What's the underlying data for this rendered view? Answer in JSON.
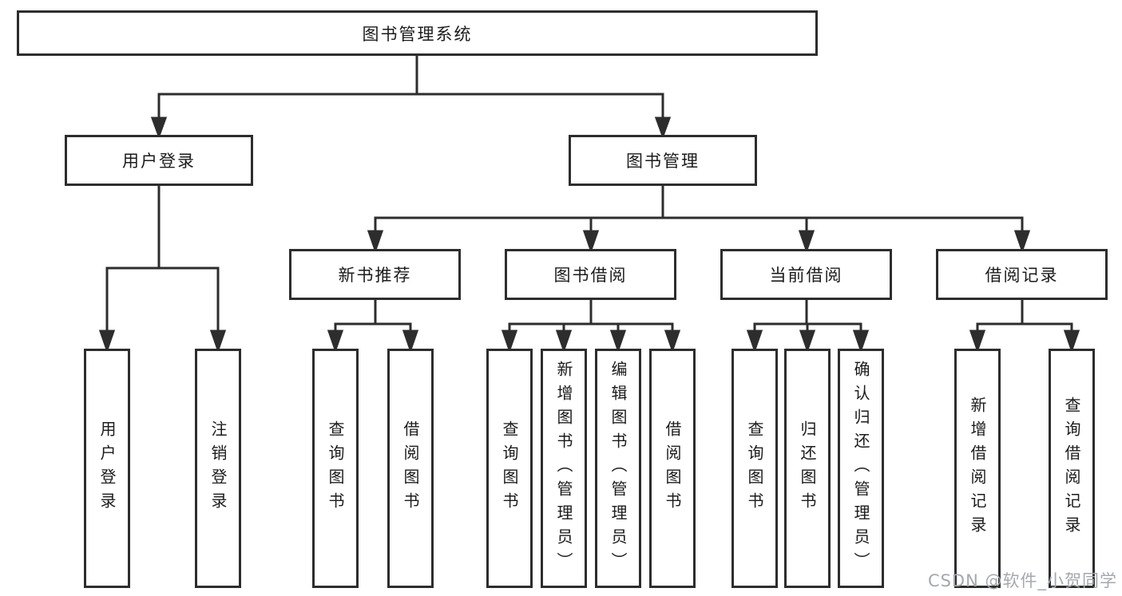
{
  "diagram": {
    "tree": {
      "label": "图书管理系统",
      "children": [
        {
          "label": "用户登录",
          "children": [
            {
              "label": "用户登录"
            },
            {
              "label": "注销登录"
            }
          ]
        },
        {
          "label": "图书管理",
          "children": [
            {
              "label": "新书推荐",
              "children": [
                {
                  "label": "查询图书"
                },
                {
                  "label": "借阅图书"
                }
              ]
            },
            {
              "label": "图书借阅",
              "children": [
                {
                  "label": "查询图书"
                },
                {
                  "label": "新增图书（管理员）"
                },
                {
                  "label": "编辑图书（管理员）"
                },
                {
                  "label": "借阅图书"
                }
              ]
            },
            {
              "label": "当前借阅",
              "children": [
                {
                  "label": "查询图书"
                },
                {
                  "label": "归还图书"
                },
                {
                  "label": "确认归还（管理员）"
                }
              ]
            },
            {
              "label": "借阅记录",
              "children": [
                {
                  "label": "新增借阅记录"
                },
                {
                  "label": "查询借阅记录"
                }
              ]
            }
          ]
        }
      ]
    },
    "colors": {
      "line": "#2d2d2d",
      "text": "#1b1b1b",
      "background": "#ffffff",
      "watermark": "#a4a8af"
    },
    "watermark": "CSDN @软件_小贺同学"
  }
}
